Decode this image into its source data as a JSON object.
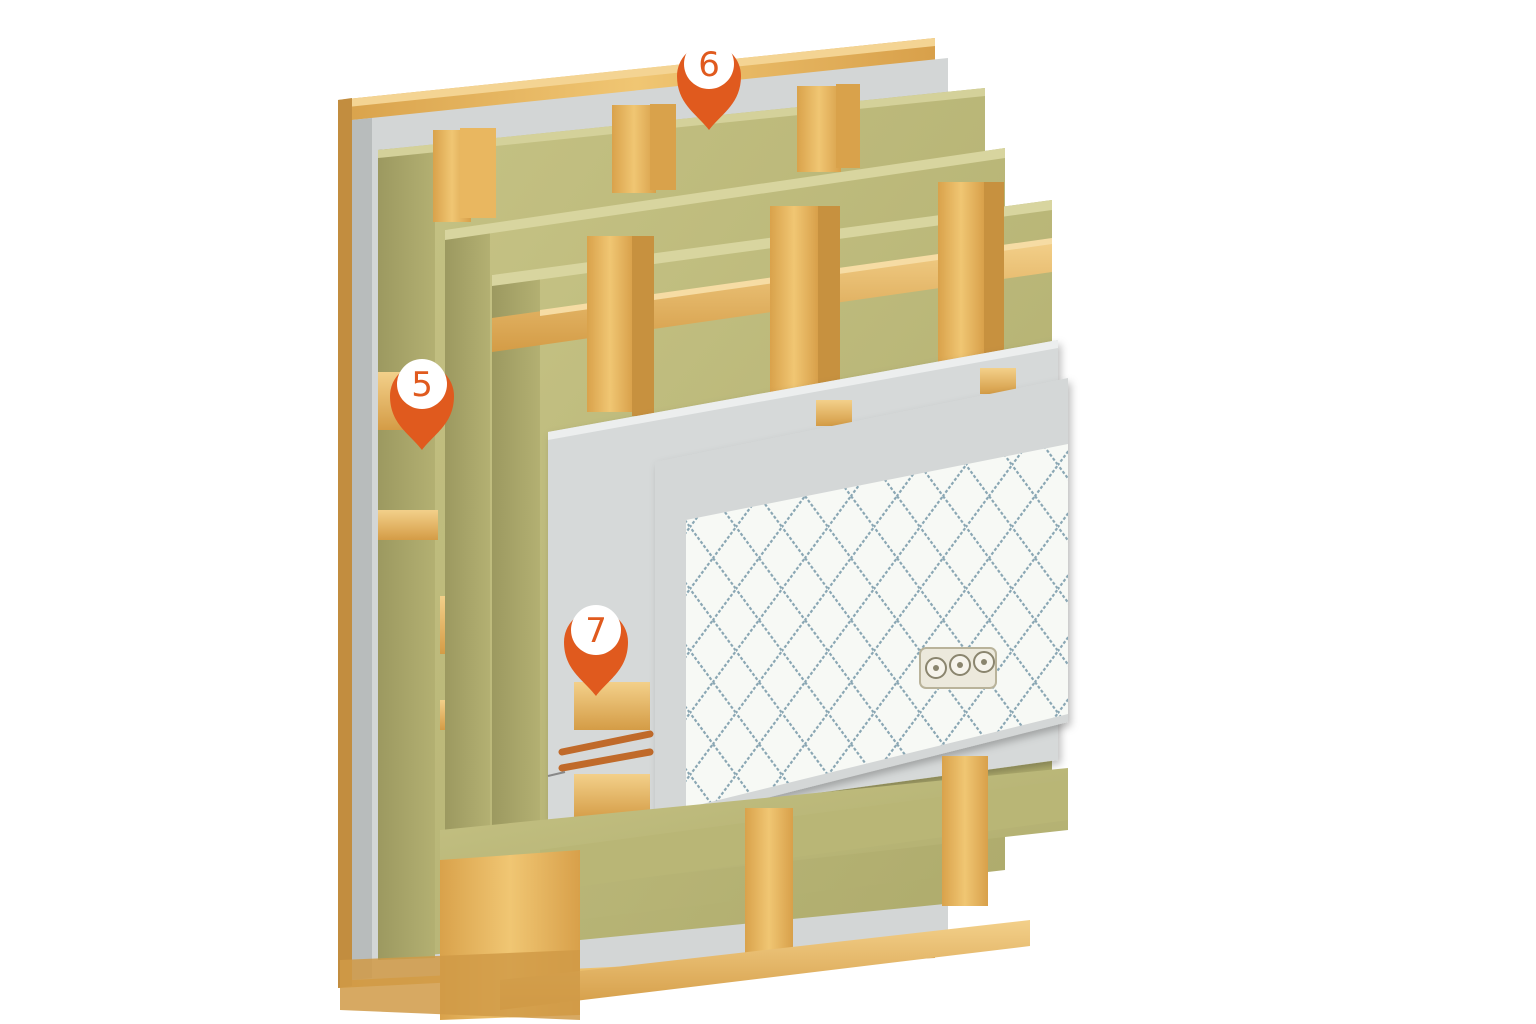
{
  "markers": [
    {
      "id": "marker-6",
      "label": "6"
    },
    {
      "id": "marker-5",
      "label": "5"
    },
    {
      "id": "marker-7",
      "label": "7"
    }
  ],
  "colors": {
    "wood": "#e8b45c",
    "wood_dark": "#b98a3a",
    "wood_light": "#f2cd7f",
    "insulation": "#b9b676",
    "insulation_dark": "#8f8c55",
    "insulation_light": "#cfcc92",
    "membrane": "#d5d8d8",
    "wallpaper": "#f6f8f4",
    "wallpaper_pattern": "#8aa7b4",
    "accent": "#e05a1e"
  },
  "icons": [
    "map-pin-icon",
    "power-socket-icon",
    "cable-icon"
  ]
}
